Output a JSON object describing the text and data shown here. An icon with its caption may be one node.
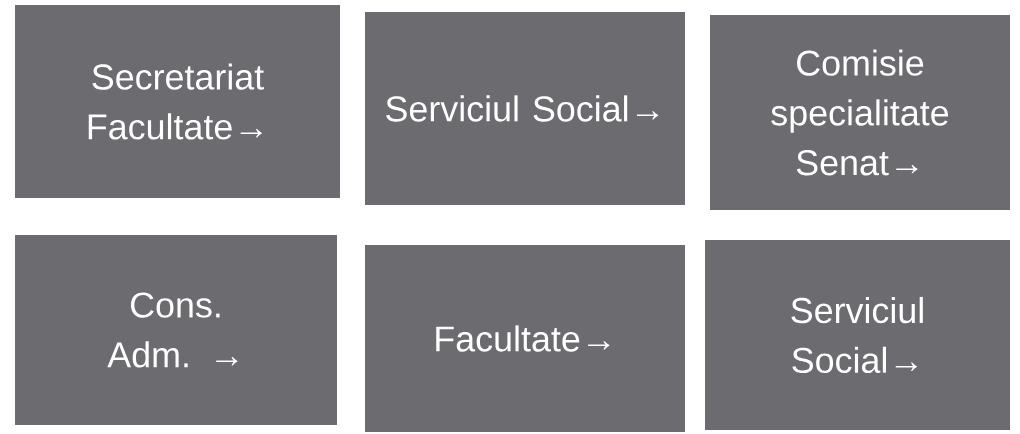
{
  "diagram": {
    "nodes": [
      {
        "text": [
          "Secretariat Facultate→"
        ]
      },
      {
        "text": [
          "Serviciul Social→"
        ]
      },
      {
        "text": [
          "Comisie specialitate Senat→"
        ]
      },
      {
        "text": [
          "Cons. Adm. →"
        ]
      },
      {
        "text": [
          "Facultate→"
        ]
      },
      {
        "text": [
          "Serviciul Social→"
        ]
      }
    ]
  }
}
